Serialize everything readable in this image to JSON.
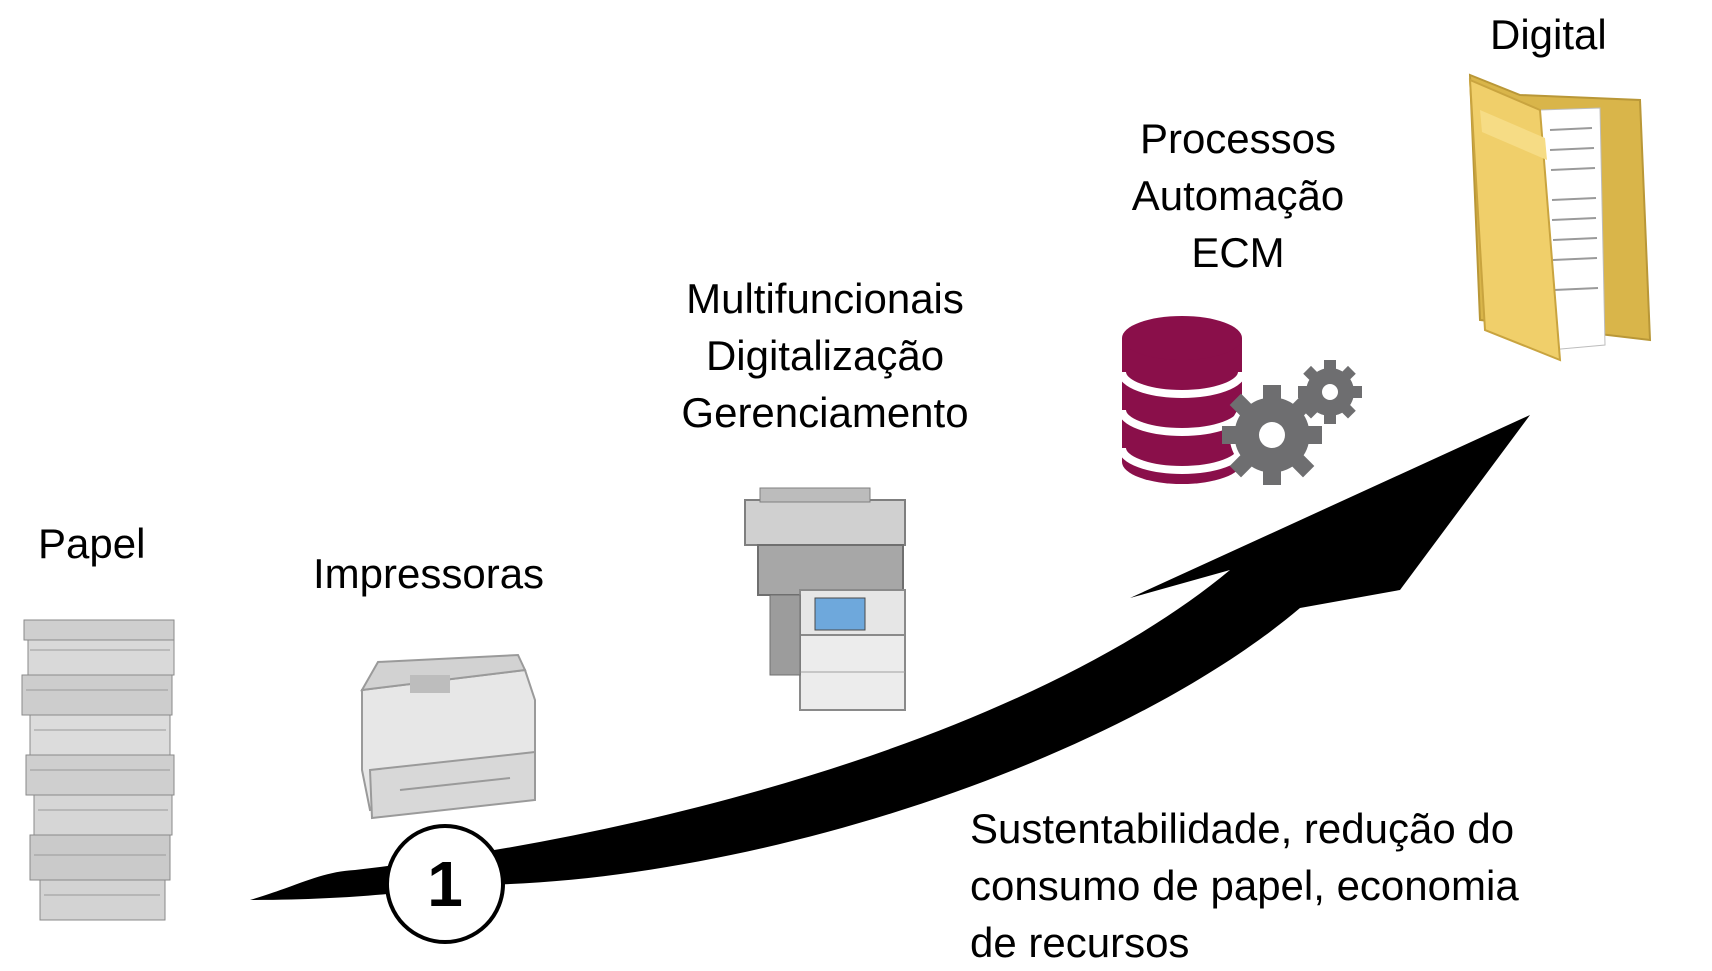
{
  "stages": {
    "paper": {
      "label": "Papel"
    },
    "printers": {
      "label": "Impressoras"
    },
    "multifunction": {
      "lines": [
        "Multifuncionais",
        "Digitalização",
        "Gerenciamento"
      ]
    },
    "processes": {
      "lines": [
        "Processos",
        "Automação",
        "ECM"
      ]
    },
    "digital": {
      "label": "Digital"
    }
  },
  "step_badge": "1",
  "caption": {
    "lines": [
      "Sustentabilidade, redução do",
      "consumo de papel, economia",
      "de recursos"
    ]
  },
  "icons": [
    "paper-stack-icon",
    "laser-printer-icon",
    "multifunction-printer-icon",
    "database-gears-icon",
    "folder-document-icon",
    "curved-arrow-icon"
  ],
  "colors": {
    "arrow": "#000000",
    "database": "#8a0f4a",
    "gears": "#6e6e70",
    "folder": "#e8c45a"
  }
}
